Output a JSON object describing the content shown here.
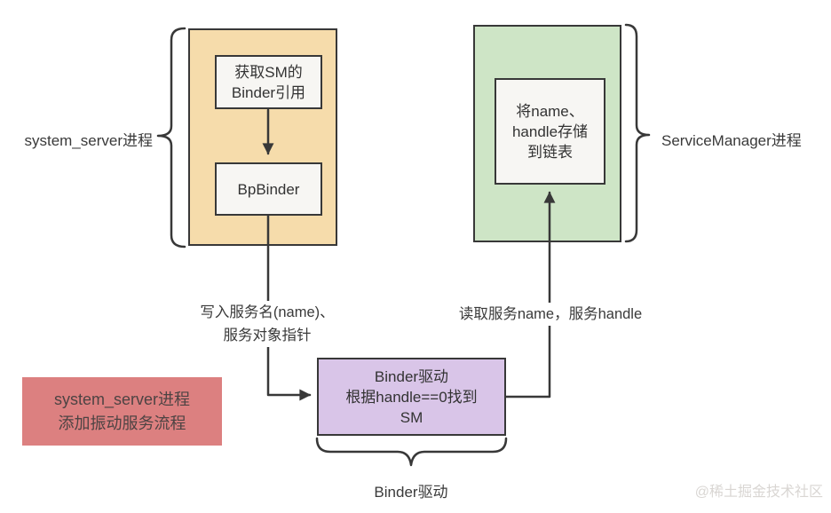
{
  "diagram": {
    "left_process": {
      "label": "system_server进程",
      "step1": "获取SM的\nBinder引用",
      "step2": "BpBinder"
    },
    "right_process": {
      "label": "ServiceManager进程",
      "step": "将name、\nhandle存储\n到链表"
    },
    "driver": {
      "box": "Binder驱动\n根据handle==0找到\nSM",
      "label": "Binder驱动"
    },
    "annotations": {
      "write": "写入服务名(name)、\n服务对象指针",
      "read": "读取服务name，服务handle"
    },
    "caption": "system_server进程\n添加振动服务流程",
    "watermark": "@稀土掘金技术社区"
  },
  "colors": {
    "orange": "#f6dcab",
    "green": "#cee5c6",
    "purple": "#d9c5e8",
    "red": "#dc8080",
    "line": "#383838",
    "inner_box": "#f7f6f3"
  }
}
